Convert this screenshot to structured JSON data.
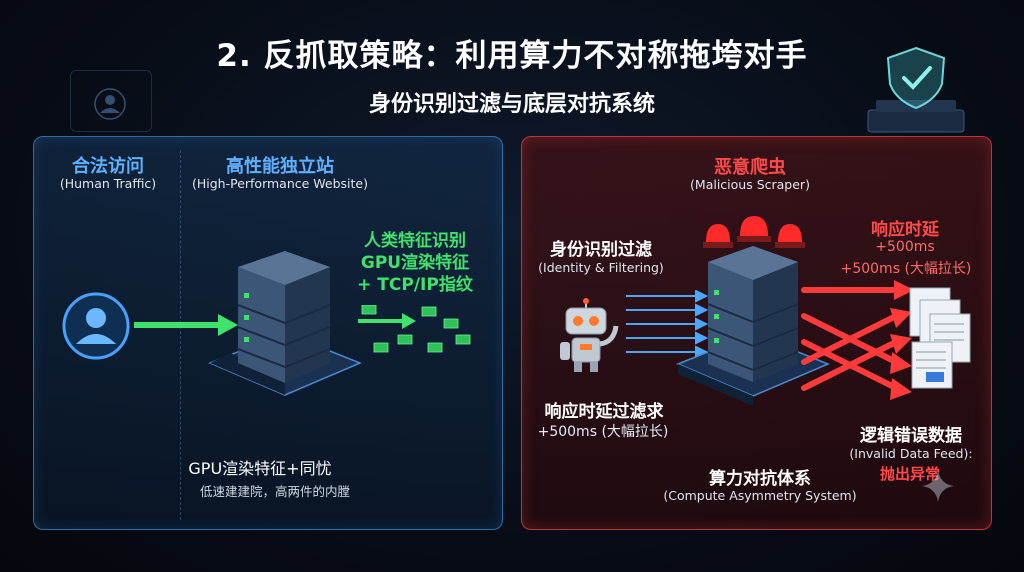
{
  "title": "2. 反抓取策略：利用算力不对称拖垮对手",
  "subtitle": "身份识别过滤与底层对抗系统",
  "left_panel": {
    "legit_title": "合法访问",
    "legit_sub": "(Human Traffic)",
    "site_title": "高性能独立站",
    "site_sub": "(High-Performance Website)",
    "feature_line1": "人类特征识别",
    "feature_line2": "GPU渲染特征",
    "feature_line3": "+ TCP/IP指纹",
    "bottom_line1": "GPU渲染特征+同忧",
    "bottom_line2": "低速建建院，高两件的内膛"
  },
  "right_panel": {
    "scraper_title": "恶意爬虫",
    "scraper_sub": "(Malicious Scraper)",
    "identity_title": "身份识别过滤",
    "identity_sub": "(Identity & Filtering)",
    "latency_title": "响应时延",
    "latency_line1": "+500ms",
    "latency_line2": "+500ms (大幅拉长)",
    "filter_title": "响应时延过滤求",
    "filter_sub": "+500ms (大幅拉长)",
    "logic_title": "逻辑错误数据",
    "logic_sub": "(Invalid Data Feed):",
    "logic_red": "抛出异常",
    "system_title": "算力对抗体系",
    "system_sub": "(Compute Asymmetry System)"
  },
  "colors": {
    "blue_accent": "#5fb0ff",
    "green_accent": "#3fe26a",
    "red_accent": "#ff4a4a",
    "background": "#070b14"
  },
  "icons": [
    "user-icon",
    "server-icon",
    "envelope-icon",
    "robot-icon",
    "alarm-light-icon",
    "shield-check-icon",
    "document-icon"
  ]
}
